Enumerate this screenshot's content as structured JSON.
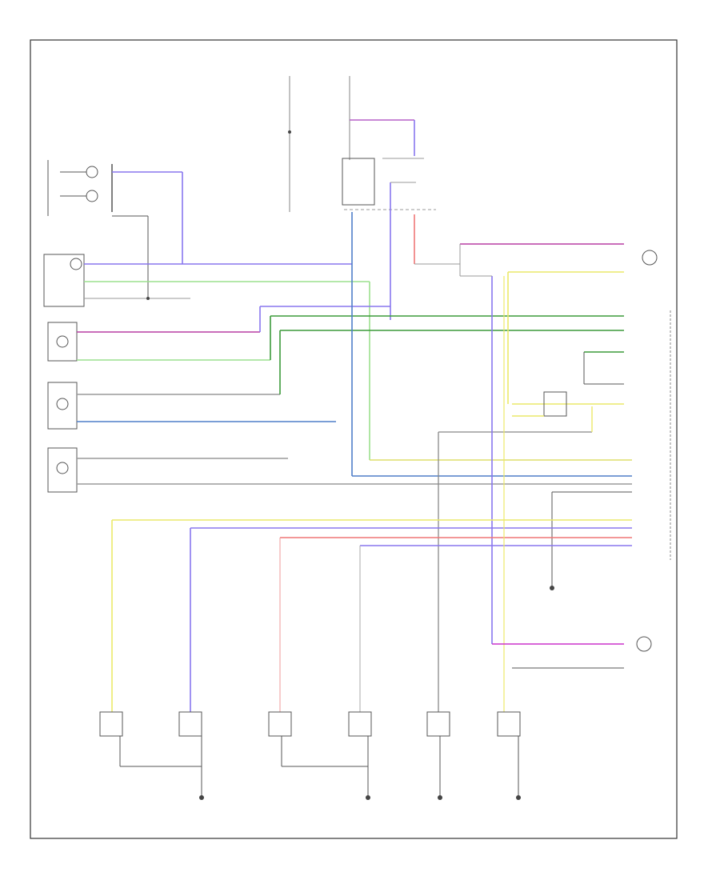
{
  "diagram": {
    "footer_id": "",
    "colors": {
      "violet": "#8877ee",
      "green": "#9be08e",
      "dark_green": "#3c9a3a",
      "pink_violet": "#b83ea3",
      "gray": "#9a9a9a",
      "blue": "#4f7fc9",
      "yellow": "#ece96a",
      "red": "#ef7777",
      "magenta": "#cc33cc"
    },
    "components": [
      {
        "id": "tl-lamp-switches",
        "label": ""
      },
      {
        "id": "left-door-unit",
        "label": ""
      },
      {
        "id": "rear-unit",
        "label": ""
      },
      {
        "id": "right-door-unit",
        "label": ""
      },
      {
        "id": "left-door-unit-2",
        "label": ""
      },
      {
        "id": "right-module",
        "label": ""
      },
      {
        "id": "upper-right-lamp",
        "label": ""
      },
      {
        "id": "lower-right-lamp",
        "label": ""
      },
      {
        "id": "switch-1",
        "label": ""
      },
      {
        "id": "switch-2",
        "label": ""
      },
      {
        "id": "switch-3",
        "label": ""
      },
      {
        "id": "switch-4",
        "label": ""
      },
      {
        "id": "switch-5",
        "label": ""
      },
      {
        "id": "switch-6",
        "label": ""
      }
    ]
  }
}
